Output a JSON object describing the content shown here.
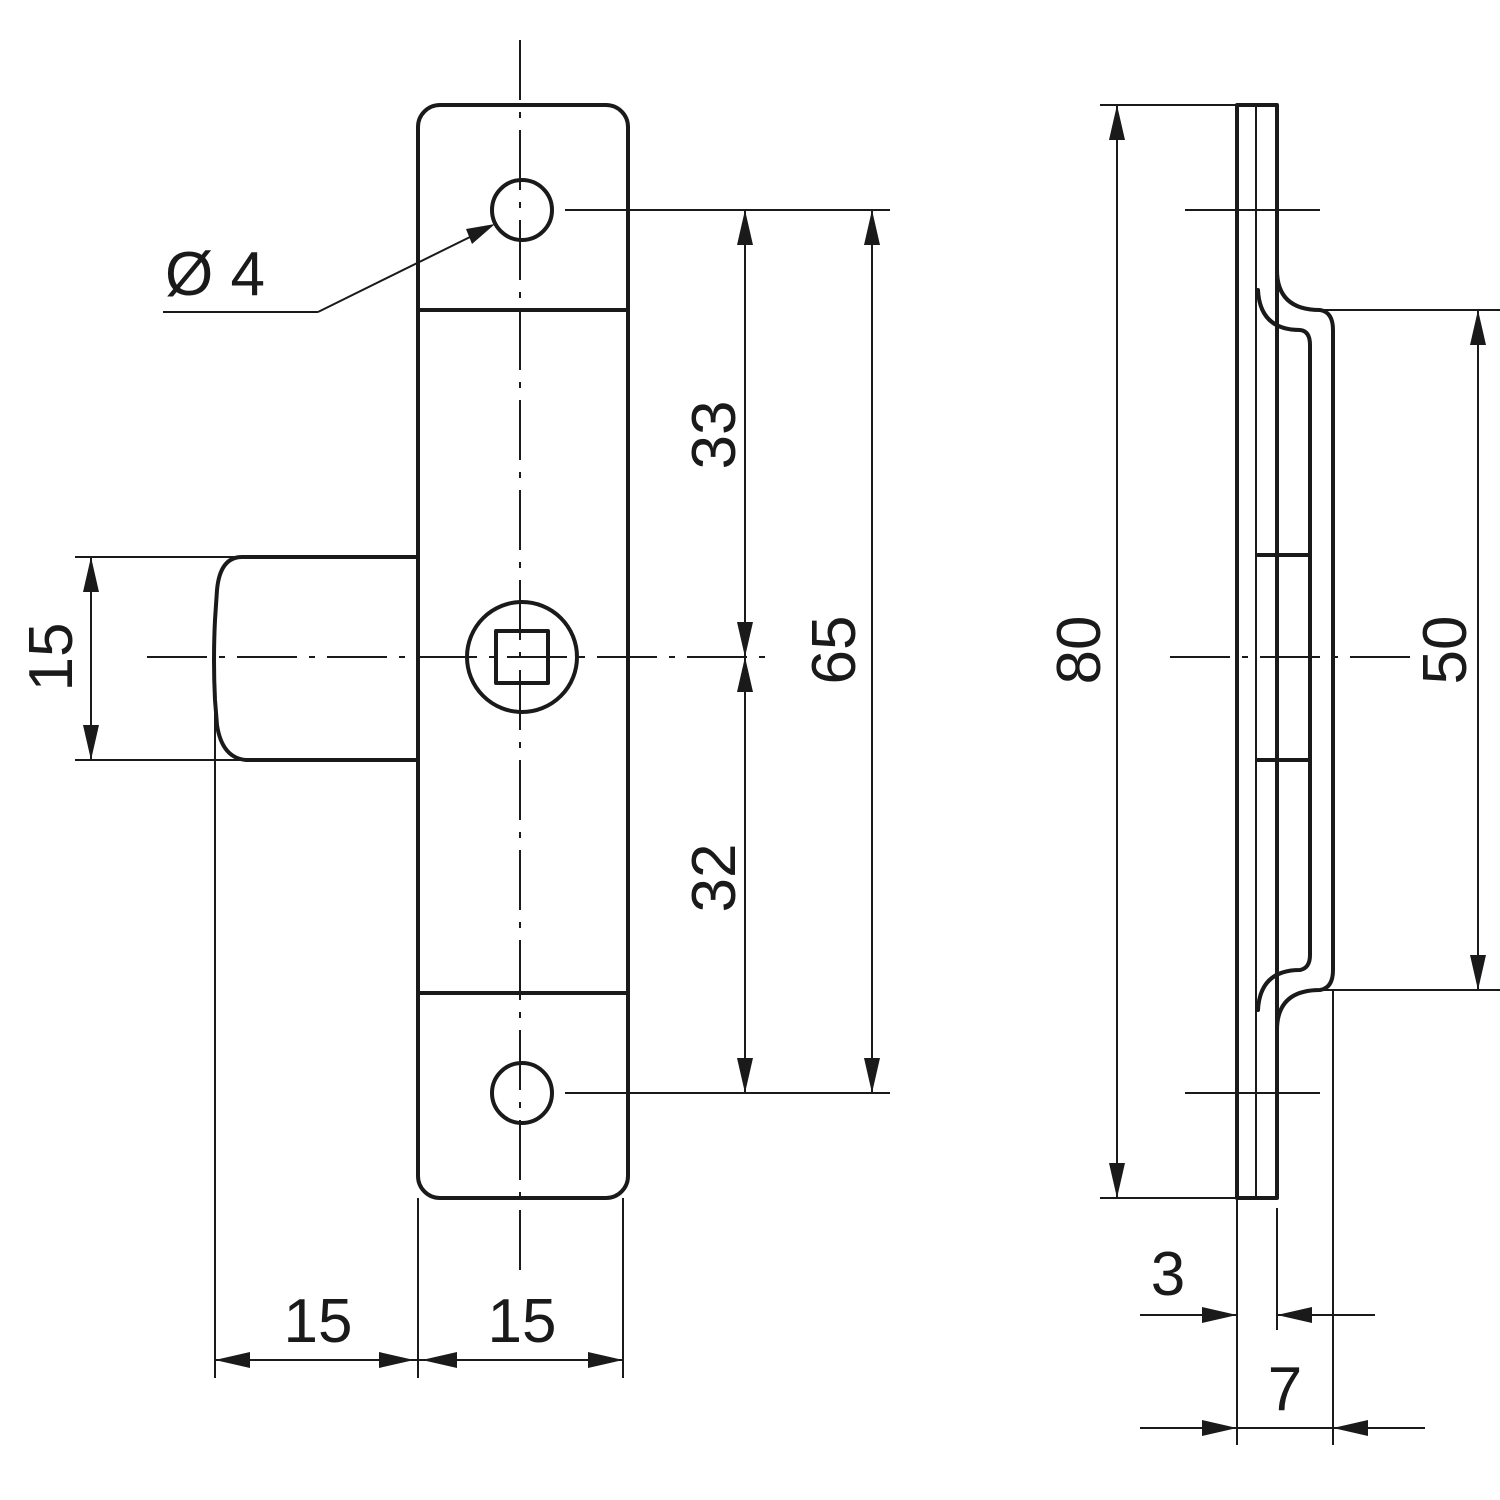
{
  "dimensions": {
    "hole_diameter": "Ø 4",
    "hole_to_center_top": "33",
    "hole_to_center_bottom": "32",
    "hole_spacing": "65",
    "bolt_height": "15",
    "bolt_projection": "15",
    "plate_width": "15",
    "overall_length": "80",
    "offset_length": "50",
    "plate_thickness": "3",
    "overall_depth": "7"
  }
}
